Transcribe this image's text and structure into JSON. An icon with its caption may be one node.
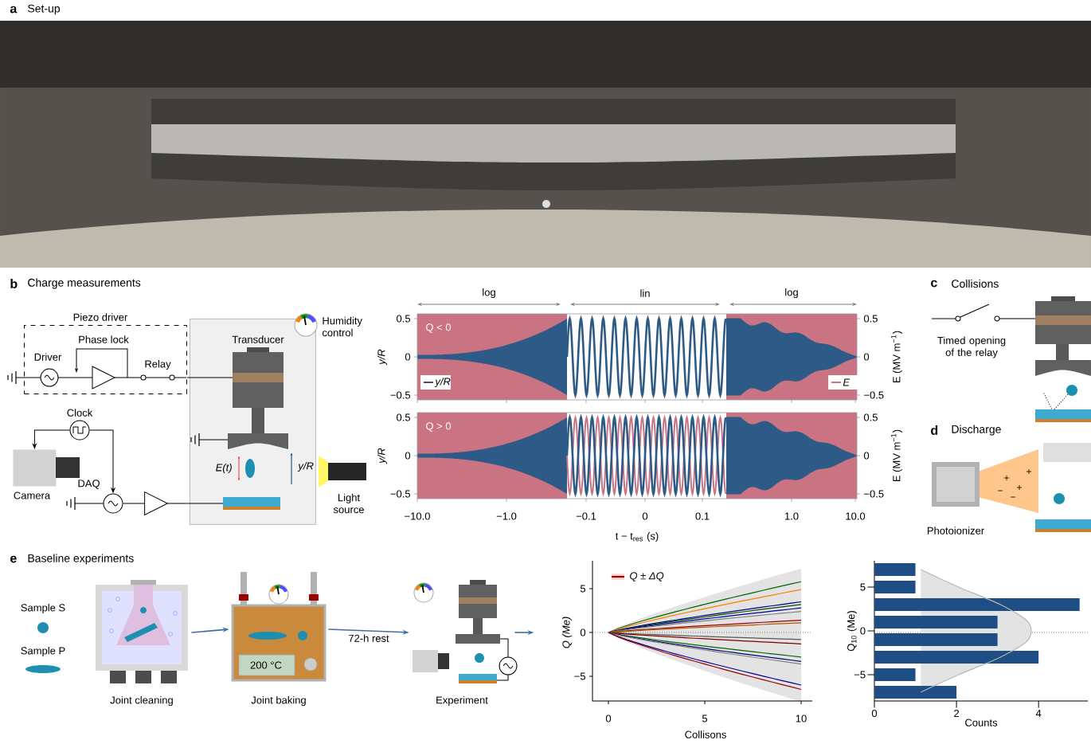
{
  "diagram": {
    "nodes": [
      {
        "text": [
          "Piezo driver"
        ]
      },
      {
        "text": [
          "Transducer"
        ]
      },
      {
        "text": [
          "Humidity control"
        ]
      },
      {
        "text": [
          "Clock"
        ]
      },
      {
        "text": [
          "Camera"
        ]
      },
      {
        "text": [
          "DAQ"
        ]
      },
      {
        "text": [
          "Light source"
        ]
      },
      {
        "text": [
          "Joint cleaning"
        ]
      },
      {
        "text": [
          "Joint baking"
        ]
      },
      {
        "text": [
          "Experiment"
        ]
      },
      {
        "text": [],
        "shape": "triangle"
      }
    ],
    "edges": [
      {
        "from": 0,
        "to": 1,
        "arrow": "none"
      },
      {
        "from": 3,
        "to": 4,
        "arrow": "to"
      },
      {
        "from": 3,
        "to": 5,
        "arrow": "to"
      },
      {
        "from": 5,
        "to": 10,
        "arrow": "none"
      },
      {
        "from": 10,
        "to": 1,
        "arrow": "none"
      },
      {
        "from": 7,
        "to": 8,
        "arrow": "to",
        "color": "#3d6fa3"
      },
      {
        "from": 8,
        "to": 9,
        "arrow": "to",
        "label": "72-h rest",
        "color": "#3d6fa3"
      },
      {
        "from": 9,
        "to": null,
        "arrow": "to",
        "color": "#3d6fa3"
      }
    ],
    "labels": [
      "a",
      "Set-up",
      "b",
      "Charge measurements",
      "Driver",
      "Phase lock",
      "Relay",
      "log",
      "lin",
      "log",
      "Q < 0",
      "0.5",
      "0",
      "−0.5",
      "0.5",
      "0",
      "−0.5",
      "y/R",
      "E (MV m$^{−1}$)",
      "Q > 0",
      "0.5",
      "0",
      "−0.5",
      "0.5",
      "0",
      "−0.5",
      "y/R",
      "E (MV m$^{−1}$)",
      "−10.0",
      "−1.0",
      "−0.1",
      "0",
      "0.1",
      "1.0",
      "10.0",
      "t − t$_{res}$ (s)",
      "E(t)",
      "y/R",
      "c",
      "Collisions",
      "Timed opening of the relay",
      "d",
      "Discharge",
      "Photoionizer",
      "e",
      "Baseline experiments",
      "Sample S",
      "Sample P",
      "200 °C",
      "5",
      "0",
      "−5",
      "0",
      "5",
      "10",
      "Collisons",
      "Q (Me)"
    ],
    "legend": [
      {
        "text": "y/R"
      },
      {
        "text": "E"
      },
      {
        "text": "Q ± ΔQ"
      }
    ],
    "chart_data": {
      "type": "bar",
      "orientation": "horizontal",
      "xlabel": "Counts",
      "ylabel": "Q$_{10}$ (Me)",
      "x": [
        -7,
        -5,
        -3,
        -1,
        1,
        3,
        5,
        7
      ],
      "series": [
        {
          "color": "#1f4e86",
          "values": [
            2,
            1,
            4,
            3,
            3,
            5,
            1,
            1
          ]
        },
        {
          "type": "area",
          "color": "#e3e3e3",
          "values": [
            1.13,
            2.05,
            3.07,
            3.75,
            3.75,
            3.07,
            2.05,
            1.13
          ]
        }
      ],
      "xlim": [
        0,
        5.2
      ],
      "ylim": [
        -8,
        8
      ],
      "xticks": [
        0,
        2,
        4
      ],
      "yticks": [
        -5,
        0,
        5
      ]
    }
  }
}
